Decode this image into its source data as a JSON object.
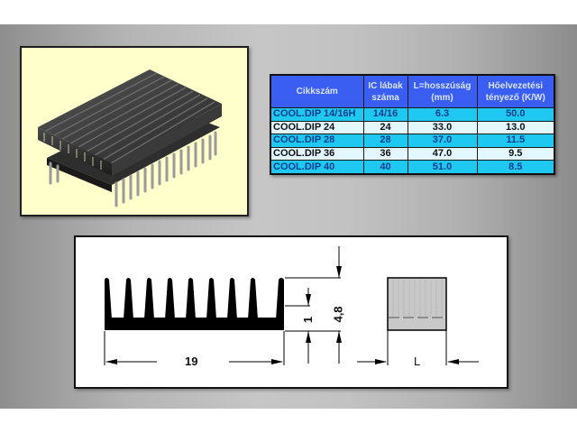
{
  "table": {
    "headers": [
      "Cikkszám",
      "IC lábak száma",
      "L=hosszúság (mm)",
      "Hőelvezetési tényező (K/W)"
    ],
    "rows": [
      {
        "part": "COOL.DIP 14/16H",
        "pins": "14/16",
        "length_mm": "6.3",
        "thermal_kw": "50.0"
      },
      {
        "part": "COOL.DIP 24",
        "pins": "24",
        "length_mm": "33.0",
        "thermal_kw": "13.0"
      },
      {
        "part": "COOL.DIP 28",
        "pins": "28",
        "length_mm": "37.0",
        "thermal_kw": "11.5"
      },
      {
        "part": "COOL.DIP 36",
        "pins": "36",
        "length_mm": "47.0",
        "thermal_kw": "9.5"
      },
      {
        "part": "COOL.DIP 40",
        "pins": "40",
        "length_mm": "51.0",
        "thermal_kw": "8.5"
      }
    ]
  },
  "drawing": {
    "width_label": "19",
    "base_thickness_label": "1",
    "height_label": "4,8",
    "length_label": "L",
    "fin_count": 9
  },
  "photo": {
    "subject": "DIP heat sink on integrated circuit"
  },
  "colors": {
    "header_bg": "#3a5ef2",
    "row_cyan": "#1ec8f0",
    "row_light": "#e2f7ff",
    "photo_bg": "#ffffcc"
  }
}
